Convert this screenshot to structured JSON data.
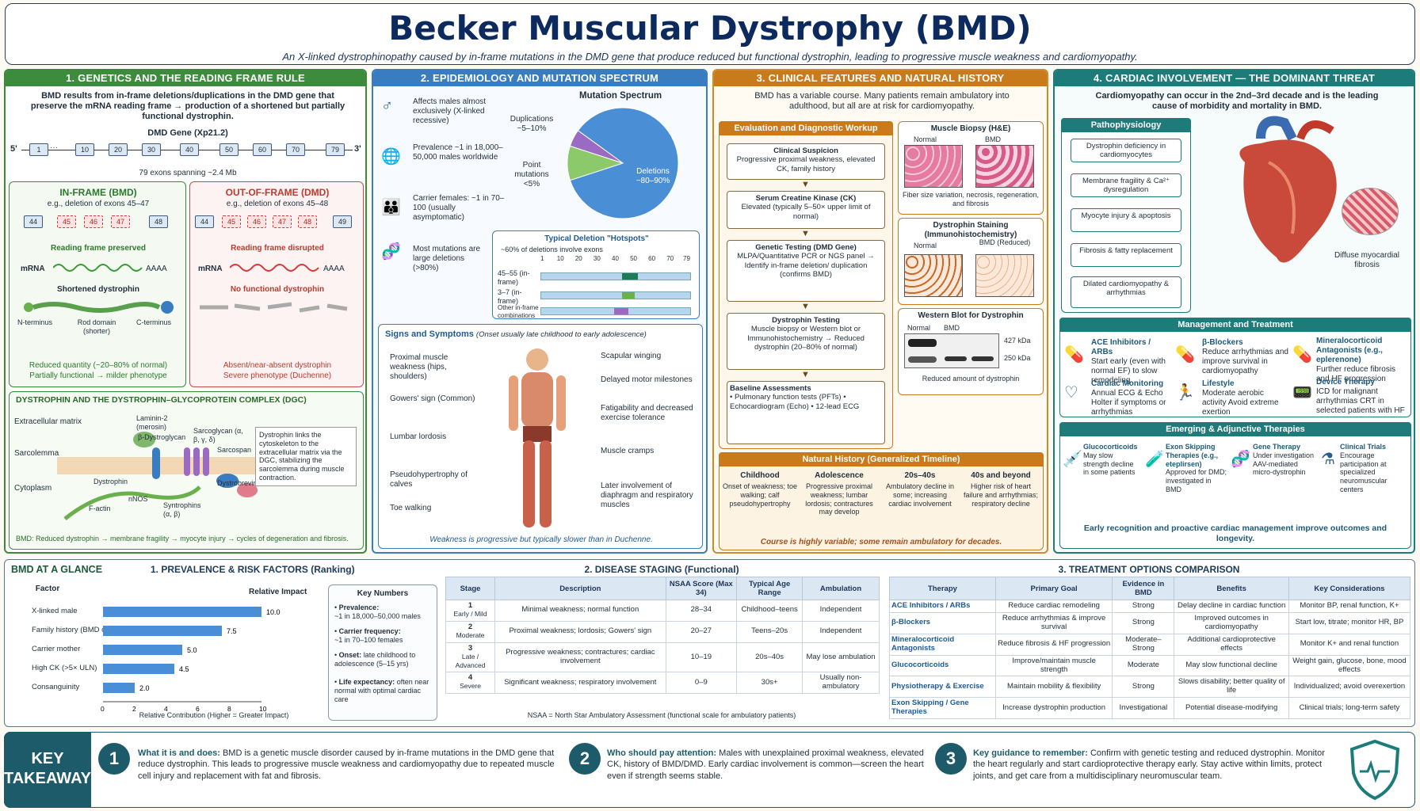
{
  "title": "Becker Muscular Dystrophy (BMD)",
  "subtitle": "An X-linked dystrophinopathy caused by in-frame mutations in the DMD gene that produce reduced but functional dystrophin, leading to progressive muscle weakness and cardiomyopathy.",
  "p1": {
    "head": "1. GENETICS AND THE READING FRAME RULE",
    "intro": "BMD results from in-frame deletions/duplications in the DMD gene that preserve the mRNA reading frame → production of a shortened but partially functional dystrophin.",
    "gene": "DMD Gene (Xp21.2)",
    "five": "5'",
    "three": "3'",
    "dots": "···",
    "exons": [
      "1",
      "10",
      "20",
      "30",
      "40",
      "50",
      "60",
      "70",
      "79"
    ],
    "span": "79 exons spanning ~2.4 Mb",
    "inframe": {
      "title": "IN-FRAME (BMD)",
      "eg": "e.g., deletion of exons 45–47",
      "ex": [
        "44",
        "45",
        "46",
        "47",
        "48"
      ],
      "result": "Reading frame preserved",
      "mrna": "mRNA",
      "aaaa": "AAAA",
      "short": "Shortened dystrophin",
      "nterm": "N-terminus",
      "rod": "Rod domain (shorter)",
      "cterm": "C-terminus",
      "f1": "Reduced quantity (~20–80% of normal)",
      "f2": "Partially functional → milder phenotype"
    },
    "outframe": {
      "title": "OUT-OF-FRAME (DMD)",
      "eg": "e.g., deletion of exons 45–48",
      "ex": [
        "44",
        "45",
        "46",
        "47",
        "48",
        "49"
      ],
      "result": "Reading frame disrupted",
      "mrna": "mRNA",
      "aaaa": "AAAA",
      "none": "No functional dystrophin",
      "f1": "Absent/near-absent dystrophin",
      "f2": "Severe phenotype (Duchenne)"
    },
    "dgc": {
      "head": "DYSTROPHIN AND THE DYSTROPHIN–GLYCOPROTEIN COMPLEX (DGC)",
      "ecm": "Extracellular matrix",
      "sarc": "Sarcolemma",
      "cyto": "Cytoplasm",
      "laminin": "Laminin-2 (merosin)",
      "bdg": "β-Dystroglycan",
      "sg": "Sarcoglycan (α, β, γ, δ)",
      "sspn": "Sarcospan",
      "dys": "Dystrophin",
      "nnos": "nNOS",
      "syn": "Syntrophins (α, β)",
      "dbv": "Dystrobrevin",
      "factin": "F-actin",
      "note": "Dystrophin links the cytoskeleton to the extracellular matrix via the DGC, stabilizing the sarcolemma during muscle contraction.",
      "foot": "BMD: Reduced dystrophin → membrane fragility → myocyte injury → cycles of degeneration and fibrosis."
    }
  },
  "p2": {
    "head": "2. EPIDEMIOLOGY AND MUTATION SPECTRUM",
    "facts": [
      "Affects males almost exclusively (X-linked recessive)",
      "Prevalence ~1 in 18,000–50,000 males worldwide",
      "Carrier females: ~1 in 70–100 (usually asymptomatic)",
      "Most mutations are large deletions (>80%)"
    ],
    "hotspots": {
      "title": "Typical Deletion \"Hotspots\"",
      "sub": "~60% of deletions involve exons",
      "ticks": [
        "1",
        "10",
        "20",
        "30",
        "40",
        "50",
        "60",
        "70",
        "79"
      ],
      "rows": [
        "45–55 (in-frame)",
        "3–7 (in-frame)",
        "Other in-frame combinations"
      ]
    },
    "signs": {
      "title": "Signs and Symptoms",
      "sub": "(Onset usually late childhood to early adolescence)",
      "left": [
        "Proximal muscle weakness (hips, shoulders)",
        "Gowers' sign (Common)",
        "Lumbar lordosis",
        "Pseudohypertrophy of calves",
        "Toe walking"
      ],
      "right": [
        "Scapular winging",
        "Delayed motor milestones",
        "Fatigability and decreased exercise tolerance",
        "Muscle cramps",
        "Later involvement of diaphragm and respiratory muscles"
      ],
      "foot": "Weakness is progressive but typically slower than in Duchenne."
    }
  },
  "chart_data": {
    "type": "pie",
    "title": "Mutation Spectrum",
    "categories": [
      "Deletions",
      "Duplications",
      "Point mutations"
    ],
    "values": [
      85,
      10,
      5
    ],
    "labels": [
      "Deletions ~80–90%",
      "Duplications ~5–10%",
      "Point mutations <5%"
    ]
  },
  "pie_labels": {
    "del1": "Deletions",
    "del2": "~80–90%",
    "dup1": "Duplications",
    "dup2": "~5–10%",
    "pt1": "Point",
    "pt2": "mutations",
    "pt3": "<5%"
  },
  "colors": {
    "deletions": "#4a8fd6",
    "duplications": "#8cc96b",
    "point": "#9b6bc4"
  },
  "p3": {
    "head": "3. CLINICAL FEATURES AND NATURAL HISTORY",
    "intro": "BMD has a variable course. Many patients remain ambulatory into adulthood, but all are at risk for cardiomyopathy.",
    "work": {
      "head": "Evaluation and Diagnostic Workup",
      "steps": [
        {
          "t": "Clinical Suspicion",
          "d": "Progressive proximal weakness, elevated CK, family history"
        },
        {
          "t": "Serum Creatine Kinase (CK)",
          "d": "Elevated (typically 5–50× upper limit of normal)"
        },
        {
          "t": "Genetic Testing (DMD Gene)",
          "d": "MLPA/Quantitative PCR or NGS panel → Identify in-frame deletion/ duplication (confirms BMD)"
        },
        {
          "t": "Dystrophin Testing",
          "d": "Muscle biopsy or Western blot or Immunohistochemistry → Reduced dystrophin (20–80% of normal)"
        },
        {
          "t": "Baseline Assessments",
          "d": "• Pulmonary function tests (PFTs) • Echocardiogram (Echo) • 12-lead ECG"
        }
      ]
    },
    "biopsy": {
      "t": "Muscle Biopsy (H&E)",
      "n": "Normal",
      "b": "BMD",
      "cap": "Fiber size variation, necrosis, regeneration, and fibrosis"
    },
    "stain": {
      "t": "Dystrophin Staining (Immunohistochemistry)",
      "n": "Normal",
      "b": "BMD (Reduced)"
    },
    "wb": {
      "t": "Western Blot for Dystrophin",
      "n": "Normal",
      "b": "BMD",
      "k1": "427 kDa",
      "k2": "250 kDa",
      "cap": "Reduced amount of dystrophin"
    },
    "nh": {
      "head": "Natural History (Generalized Timeline)",
      "cols": [
        {
          "t": "Childhood",
          "d": "Onset of weakness; toe walking; calf pseudohypertrophy"
        },
        {
          "t": "Adolescence",
          "d": "Progressive proximal weakness; lumbar lordosis; contractures may develop"
        },
        {
          "t": "20s–40s",
          "d": "Ambulatory decline in some; increasing cardiac involvement"
        },
        {
          "t": "40s and beyond",
          "d": "Higher risk of heart failure and arrhythmias; respiratory decline"
        }
      ],
      "foot": "Course is highly variable; some remain ambulatory for decades."
    }
  },
  "p4": {
    "head": "4. CARDIAC INVOLVEMENT — THE DOMINANT THREAT",
    "intro": "Cardiomyopathy can occur in the 2nd–3rd decade and is the leading cause of morbidity and mortality in BMD.",
    "patho": {
      "head": "Pathophysiology",
      "steps": [
        "Dystrophin deficiency in cardiomyocytes",
        "Membrane fragility & Ca²⁺ dysregulation",
        "Myocyte injury & apoptosis",
        "Fibrosis & fatty replacement",
        "Dilated cardiomyopathy & arrhythmias"
      ],
      "fib": "Diffuse myocardial fibrosis"
    },
    "mgmt": {
      "head": "Management and Treatment",
      "items": [
        {
          "t": "ACE Inhibitors / ARBs",
          "d": "Start early (even with normal EF) to slow remodeling"
        },
        {
          "t": "β-Blockers",
          "d": "Reduce arrhythmias and improve survival in cardiomyopathy"
        },
        {
          "t": "Mineralocorticoid Antagonists (e.g., eplerenone)",
          "d": "Further reduce fibrosis and HF progression"
        },
        {
          "t": "Cardiac Monitoring",
          "d": "Annual ECG & Echo Holter if symptoms or arrhythmias"
        },
        {
          "t": "Lifestyle",
          "d": "Moderate aerobic activity Avoid extreme exertion"
        },
        {
          "t": "Device Therapy",
          "d": "ICD for malignant arrhythmias CRT in selected patients with HF"
        }
      ]
    },
    "emerg": {
      "head": "Emerging & Adjunctive Therapies",
      "items": [
        {
          "t": "Glucocorticoids",
          "d": "May slow strength decline in some patients"
        },
        {
          "t": "Exon Skipping Therapies (e.g., eteplirsen)",
          "d": "Approved for DMD; investigated in BMD"
        },
        {
          "t": "Gene Therapy",
          "d": "Under investigation AAV-mediated micro-dystrophin"
        },
        {
          "t": "Clinical Trials",
          "d": "Encourage participation at specialized neuromuscular centers"
        }
      ],
      "foot": "Early recognition and proactive cardiac management improve outcomes and longevity."
    }
  },
  "glance": {
    "head": "BMD AT A GLANCE",
    "prev_head": "1. PREVALENCE & RISK FACTORS (Ranking)",
    "factor": "Factor",
    "impact": "Relative Impact",
    "xlabel": "Relative Contribution (Higher = Greater Impact)",
    "ticks": [
      "0",
      "2",
      "4",
      "6",
      "8",
      "10"
    ],
    "bars": [
      {
        "n": "X-linked male",
        "v": 10.0,
        "l": "10.0"
      },
      {
        "n": "Family history (BMD or DMD)",
        "v": 7.5,
        "l": "7.5"
      },
      {
        "n": "Carrier mother",
        "v": 5.0,
        "l": "5.0"
      },
      {
        "n": "High CK (>5× ULN)",
        "v": 4.5,
        "l": "4.5"
      },
      {
        "n": "Consanguinity",
        "v": 2.0,
        "l": "2.0"
      }
    ],
    "kn": {
      "head": "Key Numbers",
      "items": [
        [
          "Prevalence:",
          "~1 in 18,000–50,000 males"
        ],
        [
          "Carrier frequency:",
          "~1 in 70–100 females"
        ],
        [
          "Onset:",
          "late childhood to adolescence (5–15 yrs)"
        ],
        [
          "Life expectancy:",
          "often near normal with optimal cardiac care"
        ]
      ]
    }
  },
  "staging": {
    "head": "2. DISEASE STAGING (Functional)",
    "cols": [
      "Stage",
      "Description",
      "NSAA Score (Max 34)",
      "Typical Age Range",
      "Ambulation"
    ],
    "rows": [
      [
        "1",
        "Early / Mild",
        "Minimal weakness; normal function",
        "28–34",
        "Childhood–teens",
        "Independent"
      ],
      [
        "2",
        "Moderate",
        "Proximal weakness; lordosis; Gowers' sign",
        "20–27",
        "Teens–20s",
        "Independent"
      ],
      [
        "3",
        "Late / Advanced",
        "Progressive weakness; contractures; cardiac involvement",
        "10–19",
        "20s–40s",
        "May lose ambulation"
      ],
      [
        "4",
        "Severe",
        "Significant weakness; respiratory involvement",
        "0–9",
        "30s+",
        "Usually non-ambulatory"
      ]
    ],
    "foot": "NSAA = North Star Ambulatory Assessment (functional scale for ambulatory patients)"
  },
  "treat": {
    "head": "3. TREATMENT OPTIONS COMPARISON",
    "cols": [
      "Therapy",
      "Primary Goal",
      "Evidence in BMD",
      "Benefits",
      "Key Considerations"
    ],
    "rows": [
      [
        "ACE Inhibitors / ARBs",
        "Reduce cardiac remodeling",
        "Strong",
        "Delay decline in cardiac function",
        "Monitor BP, renal function, K+"
      ],
      [
        "β-Blockers",
        "Reduce arrhythmias & improve survival",
        "Strong",
        "Improved outcomes in cardiomyopathy",
        "Start low, titrate; monitor HR, BP"
      ],
      [
        "Mineralocorticoid Antagonists",
        "Reduce fibrosis & HF progression",
        "Moderate–Strong",
        "Additional cardioprotective effects",
        "Monitor K+ and renal function"
      ],
      [
        "Glucocorticoids",
        "Improve/maintain muscle strength",
        "Moderate",
        "May slow functional decline",
        "Weight gain, glucose, bone, mood effects"
      ],
      [
        "Physiotherapy & Exercise",
        "Maintain mobility & flexibility",
        "Strong",
        "Slows disability; better quality of life",
        "Individualized; avoid overexertion"
      ],
      [
        "Exon Skipping / Gene Therapies",
        "Increase dystrophin production",
        "Investigational",
        "Potential disease-modifying",
        "Clinical trials; long-term safety"
      ]
    ]
  },
  "kt": {
    "label1": "KEY",
    "label2": "TAKEAWAYS",
    "items": [
      {
        "n": "1",
        "h": "What it is and does:",
        "t": "BMD is a genetic muscle disorder caused by in-frame mutations in the DMD gene that reduce dystrophin. This leads to progressive muscle weakness and cardiomyopathy due to repeated muscle cell injury and replacement with fat and fibrosis."
      },
      {
        "n": "2",
        "h": "Who should pay attention:",
        "t": "Males with unexplained proximal weakness, elevated CK, history of BMD/DMD. Early cardiac involvement is common—screen the heart even if strength seems stable."
      },
      {
        "n": "3",
        "h": "Key guidance to remember:",
        "t": "Confirm with genetic testing and reduced dystrophin. Monitor the heart regularly and start cardioprotective therapy early. Stay active within limits, protect joints, and get care from a multidisciplinary neuromuscular team."
      }
    ]
  }
}
